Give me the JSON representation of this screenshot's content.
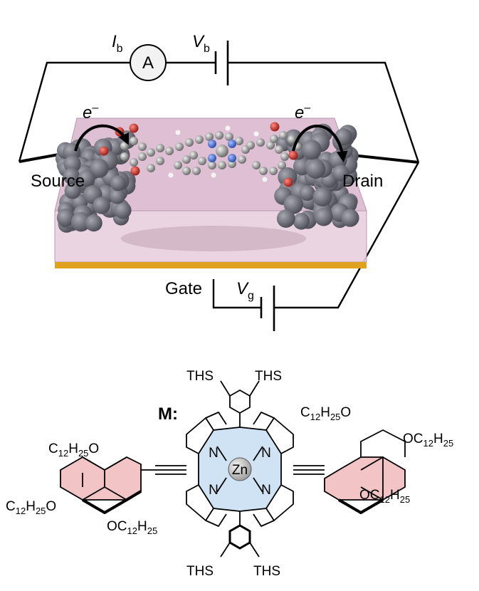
{
  "circuit": {
    "current_symbol": "I",
    "current_sub": "b",
    "ammeter": "A",
    "bias_symbol": "V",
    "bias_sub": "b",
    "gate_symbol": "V",
    "gate_sub": "g",
    "source": "Source",
    "drain": "Drain",
    "gate": "Gate",
    "electron_left": "e",
    "electron_right": "e",
    "electron_charge": "–"
  },
  "molecule": {
    "label": "M:",
    "metal": "Zn",
    "nitrogen": "N",
    "ths": "THS",
    "c_sym": "C",
    "c_count": "12",
    "h_sym": "H",
    "h_count": "25",
    "o_sym": "O"
  },
  "colors": {
    "substrate_top": "#cfa8c4",
    "substrate_front": "#e8cddd",
    "gate_strip": "#e0a020",
    "electrode": "#75757f",
    "porphyrin_fill": "#cfe3f5",
    "pyrene_fill": "#f2c4c6",
    "oxygen": "#c0302a",
    "nitrogen_atom": "#4a6fd0"
  }
}
